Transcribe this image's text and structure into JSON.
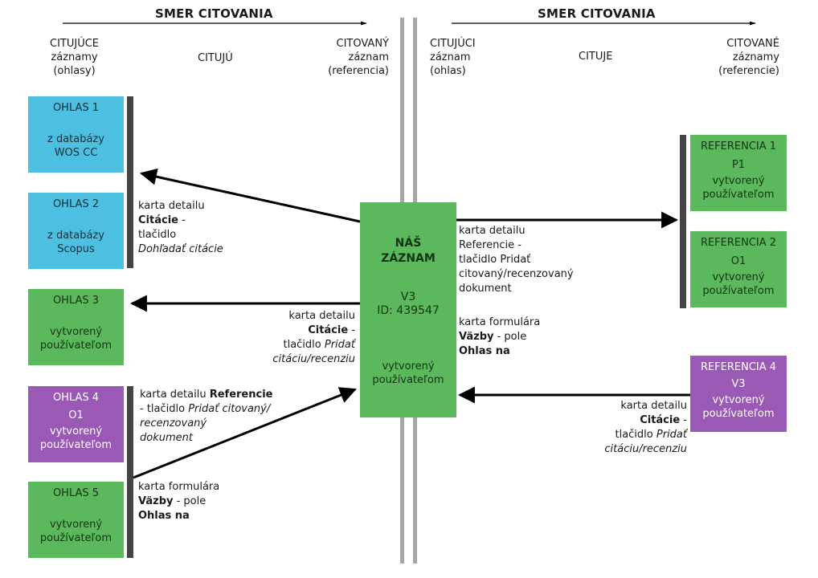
{
  "header_left": "SMER CITOVANIA",
  "header_right": "SMER CITOVANIA",
  "left_cols": {
    "citujuce": [
      "CITUJÚCE",
      "záznamy",
      "(ohlasy)"
    ],
    "cituju": "CITUJÚ",
    "citovany": [
      "CITOVANÝ",
      "záznam",
      "(referencia)"
    ]
  },
  "right_cols": {
    "citujuci": [
      "CITUJÚCI",
      "záznam",
      "(ohlas)"
    ],
    "cituje": "CITUJE",
    "citovane": [
      "CITOVANÉ",
      "záznamy",
      "(referencie)"
    ]
  },
  "boxes": {
    "ohlas1": {
      "title": "OHLAS 1",
      "l1": "z databázy",
      "l2": "WOS CC"
    },
    "ohlas2": {
      "title": "OHLAS 2",
      "l1": "z databázy",
      "l2": "Scopus"
    },
    "ohlas3": {
      "title": "OHLAS 3",
      "l1": "vytvorený",
      "l2": "používateľom"
    },
    "ohlas4": {
      "title": "OHLAS 4",
      "code": "O1",
      "l1": "vytvorený",
      "l2": "používateľom"
    },
    "ohlas5": {
      "title": "OHLAS 5",
      "l1": "vytvorený",
      "l2": "používateľom"
    },
    "nas": {
      "t1": "NÁŠ",
      "t2": "ZÁZNAM",
      "code": "V3",
      "id": "ID: 439547",
      "l1": "vytvorený",
      "l2": "používateľom"
    },
    "ref1": {
      "title": "REFERENCIA 1",
      "code": "P1",
      "l1": "vytvorený",
      "l2": "používateľom"
    },
    "ref2": {
      "title": "REFERENCIA 2",
      "code": "O1",
      "l1": "vytvorený",
      "l2": "používateľom"
    },
    "ref4": {
      "title": "REFERENCIA 4",
      "code": "V3",
      "l1": "vytvorený",
      "l2": "používateľom"
    }
  },
  "notes": {
    "n1": {
      "a": "karta detailu",
      "b": "Citácie",
      "c": " -",
      "d": "tlačidlo",
      "e": "Dohľadať citácie"
    },
    "n2": {
      "a": "karta detailu",
      "b": "Citácie",
      "c": " -",
      "d": "tlačidlo ",
      "e1": "Pridať",
      "e2": "citáciu/recenziu"
    },
    "n3": {
      "a": "karta detailu ",
      "b": "Referencie",
      "c": "- tlačidlo ",
      "d": "Pridať citovaný/",
      "e": "recenzovaný",
      "f": "dokument"
    },
    "n4": {
      "a": "karta formulára",
      "b": "Väzby",
      "c": " - pole",
      "d": "Ohlas na"
    },
    "n5": {
      "a": "karta detailu",
      "b": "Referencie -",
      "c": "tlačidlo Pridať",
      "d": "citovaný/recenzovaný",
      "e": "dokument"
    },
    "n6": {
      "a": "karta formulára",
      "b": "Väzby",
      "c": " - pole",
      "d": "Ohlas na"
    },
    "n7": {
      "a": "karta detailu",
      "b": "Citácie",
      "c": " -",
      "d": "tlačidlo ",
      "e1": "Pridať",
      "e2": "citáciu/recenziu"
    }
  },
  "colors": {
    "blue": "#4dbfe0",
    "green": "#5cb85c",
    "purple": "#9b59b6",
    "bar": "#444444",
    "divider": "#a6a6a6"
  }
}
